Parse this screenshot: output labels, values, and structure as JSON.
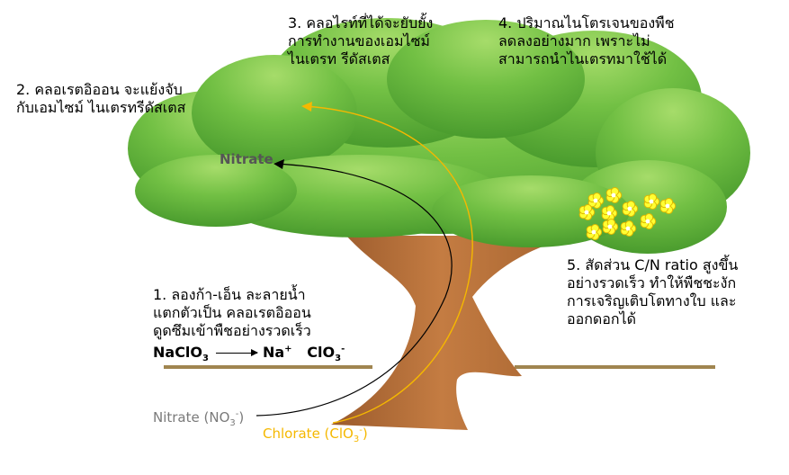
{
  "notes": {
    "n1": {
      "line1": "1. ลองก้า-เอ็น ละลายน้ำ",
      "line2": "แตกตัวเป็น คลอเรตอิออน",
      "line3": "ดูดซึมเข้าพืชอย่างรวดเร็ว"
    },
    "n2": {
      "line1": "2. คลอเรตอิออน จะแย้งจับ",
      "line2": "กับเอมไซม์ ไนเตรทรีดัสเตส"
    },
    "n3": {
      "line1": "3. คลอไรท์ที่ได้จะยับยั้ง",
      "line2": "การทำงานของเอมไซม์",
      "line3": "ไนเตรท รีดัสเตส"
    },
    "n4": {
      "line1": "4. ปริมาณไนโตรเจนของพืช",
      "line2": "ลดลงอย่างมาก เพราะไม่",
      "line3": "สามารถนำไนเตรทมาใช้ได้"
    },
    "n5": {
      "line1": "5. สัดส่วน C/N ratio สูงขึ้น",
      "line2": "อย่างรวดเร็ว ทำให้พืชชะงัก",
      "line3": "การเจริญเติบโตทางใบ และ",
      "line4": "ออกดอกได้"
    }
  },
  "equation": {
    "reactant_base": "NaClO",
    "reactant_sub": "3",
    "product1_base": "Na",
    "product1_sup": "+",
    "product2_base": "ClO",
    "product2_sub": "3",
    "product2_sup": "-"
  },
  "labels": {
    "nitrate": "Nitrate",
    "nitrate_ion_text": "Nitrate (NO",
    "nitrate_ion_sub": "3",
    "nitrate_ion_sup": "-",
    "nitrate_ion_close": ")",
    "chlorate_ion_text": "Chlorate (ClO",
    "chlorate_ion_sub": "3",
    "chlorate_ion_sup": "-",
    "chlorate_ion_close": ")"
  },
  "colors": {
    "foliage": "#5fb23a",
    "foliage_light": "#9ad65e",
    "trunk": "#b86e3a",
    "ground": "#a08550",
    "nitrate_path": "#000000",
    "chlorate_path": "#f5b800",
    "flower": "#ffff33"
  }
}
